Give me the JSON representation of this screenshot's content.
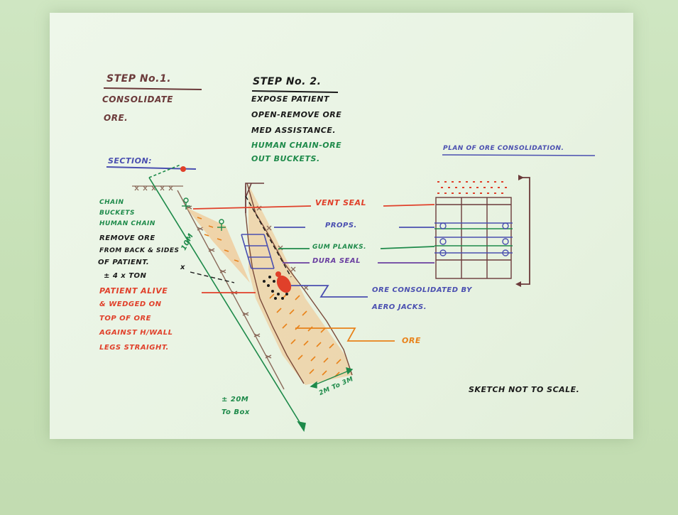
{
  "colors": {
    "brown": "#6b3a3a",
    "black": "#1a1a1a",
    "green": "#1e8a4a",
    "red": "#e0402a",
    "blue": "#4a4fb0",
    "orange": "#e8821a",
    "purple": "#6a3fa0"
  },
  "step1": {
    "heading": "STEP No.1.",
    "line1": "CONSOLIDATE",
    "line2": "ORE."
  },
  "step2": {
    "heading": "STEP No. 2.",
    "lines_black": [
      "EXPOSE PATIENT",
      "OPEN-REMOVE ORE",
      "MED ASSISTANCE."
    ],
    "lines_green": [
      "HUMAN CHAIN-ORE",
      "OUT BUCKETS."
    ]
  },
  "section_label": "SECTION:",
  "plan_label": "PLAN OF ORE CONSOLIDATION.",
  "left_green": [
    "CHAIN",
    "BUCKETS",
    "HUMAN CHAIN"
  ],
  "left_black": [
    "REMOVE ORE",
    "FROM BACK & SIDES",
    "OF PATIENT.",
    "± 4 x TON"
  ],
  "left_red": [
    "PATIENT ALIVE",
    "& WEDGED ON",
    "TOP OF ORE",
    "AGAINST H/WALL",
    "LEGS STRAIGHT."
  ],
  "callouts": {
    "vent_seal": "VENT SEAL",
    "props": "PROPS.",
    "gum_planks": "GUM PLANKS.",
    "dura_seal": "DURA SEAL",
    "ore_consolidated_1": "ORE CONSOLIDATED BY",
    "ore_consolidated_2": "AERO JACKS.",
    "ore": "ORE"
  },
  "dimensions": {
    "ten_m": "10M",
    "two_to_three": "2M To 3M",
    "to_box_1": "± 20M",
    "to_box_2": "To Box",
    "x_mark": "x"
  },
  "footer_note": "SKETCH NOT TO SCALE."
}
